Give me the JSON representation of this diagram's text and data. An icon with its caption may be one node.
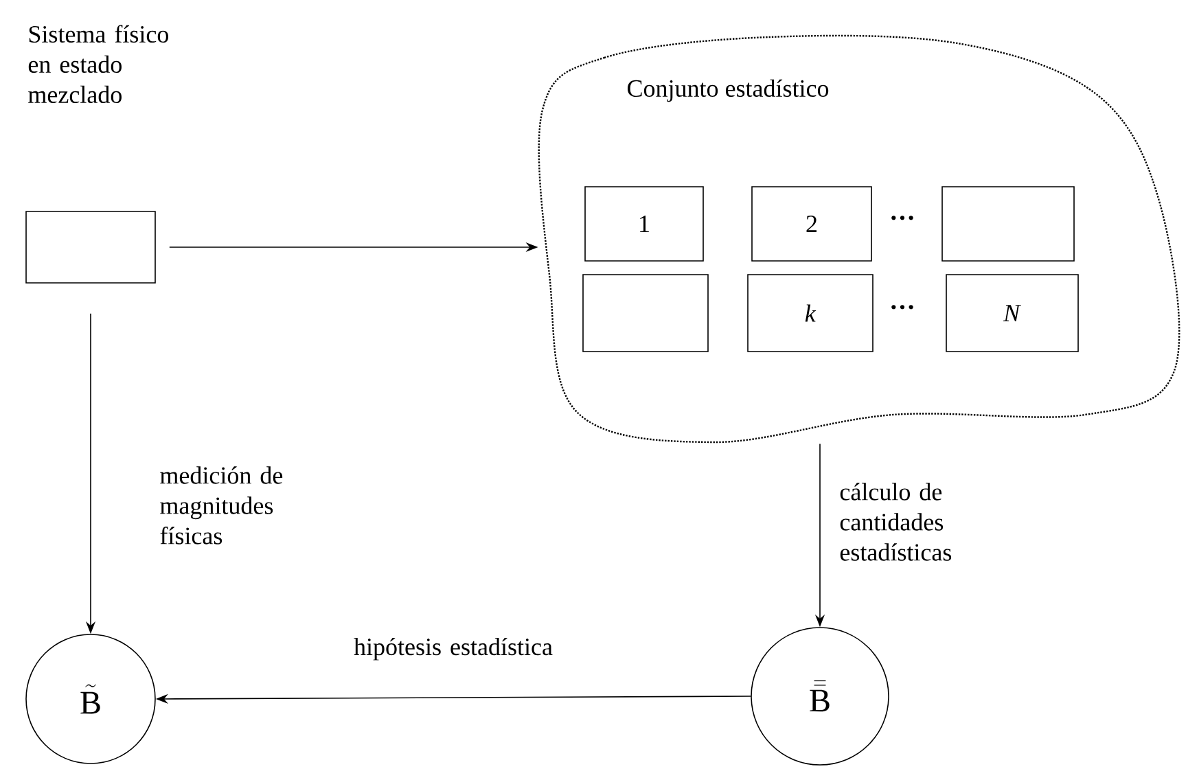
{
  "diagram": {
    "nodes": [
      {
        "text": [],
        "shape": "box"
      },
      {
        "text": [
          "Conjunto estadístico"
        ]
      },
      {
        "text": [
          "1"
        ],
        "in": 1
      },
      {
        "text": [
          "2"
        ],
        "in": 1
      },
      {
        "text": [],
        "shape": "box",
        "in": 1
      },
      {
        "text": [],
        "shape": "box",
        "in": 1
      },
      {
        "text": [
          "*k*"
        ],
        "in": 1
      },
      {
        "text": [
          "*N*"
        ],
        "in": 1
      },
      {
        "text": [
          "\\tilde{\\mathrm{B}}"
        ]
      },
      {
        "text": [
          "\\bar{\\bar{\\mathrm{B}}}"
        ]
      }
    ],
    "edges": [
      {
        "from": 0,
        "to": 1,
        "arrow": "to"
      },
      {
        "from": 0,
        "to": 8,
        "arrow": "to",
        "label": "medición de magnitudes físicas"
      },
      {
        "from": 1,
        "to": 9,
        "arrow": "to",
        "label": "cálculo de cantidades estadísticas"
      },
      {
        "from": 9,
        "to": 8,
        "arrow": "to",
        "label": "hipótesis estadística"
      }
    ],
    "labels": [
      "Sistema físico en estado mezclado",
      "···",
      "···"
    ]
  }
}
